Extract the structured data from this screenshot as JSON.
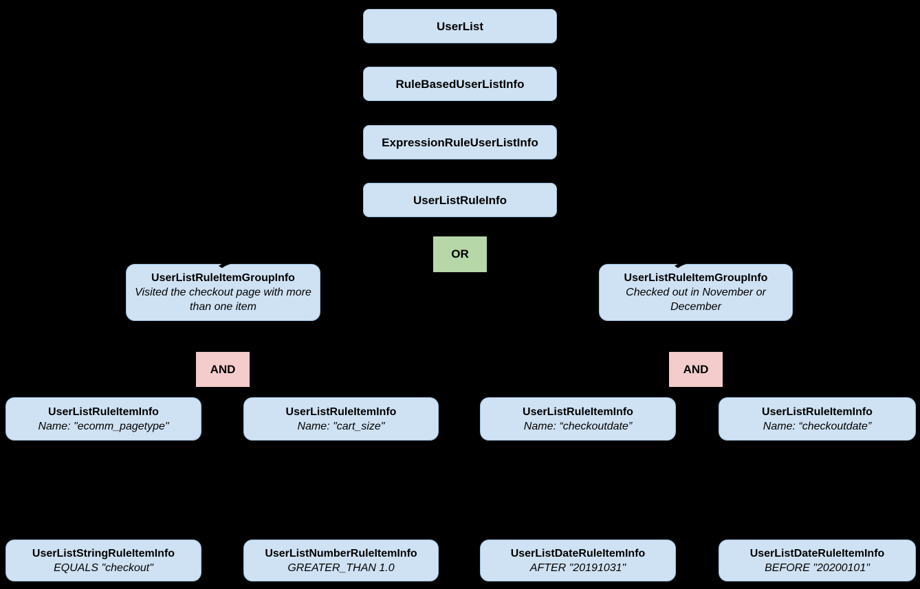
{
  "diagram": {
    "background_color": "#000000",
    "node_fill_color": "#cfe2f3",
    "or_fill_color": "#b6d7a8",
    "and_fill_color": "#f4cccc",
    "chain": [
      {
        "label": "UserList"
      },
      {
        "label": "RuleBasedUserListInfo"
      },
      {
        "label": "ExpressionRuleUserListInfo"
      },
      {
        "label": "UserListRuleInfo"
      }
    ],
    "operators": {
      "or": "OR",
      "and_left": "AND",
      "and_right": "AND"
    },
    "groups": [
      {
        "title": "UserListRuleItemGroupInfo",
        "description": "Visited the checkout page with more than one item"
      },
      {
        "title": "UserListRuleItemGroupInfo",
        "description": "Checked out in November or December"
      }
    ],
    "rule_items": [
      {
        "title": "UserListRuleItemInfo",
        "subtitle": "Name: \"ecomm_pagetype\""
      },
      {
        "title": "UserListRuleItemInfo",
        "subtitle": "Name: \"cart_size\""
      },
      {
        "title": "UserListRuleItemInfo",
        "subtitle": "Name: “checkoutdate”"
      },
      {
        "title": "UserListRuleItemInfo",
        "subtitle": "Name: “checkoutdate”"
      }
    ],
    "operands": [
      {
        "title": "UserListStringRuleItemInfo",
        "subtitle": "EQUALS \"checkout\""
      },
      {
        "title": "UserListNumberRuleItemInfo",
        "subtitle": "GREATER_THAN 1.0"
      },
      {
        "title": "UserListDateRuleItemInfo",
        "subtitle": "AFTER \"20191031\""
      },
      {
        "title": "UserListDateRuleItemInfo",
        "subtitle": "BEFORE \"20200101\""
      }
    ]
  }
}
